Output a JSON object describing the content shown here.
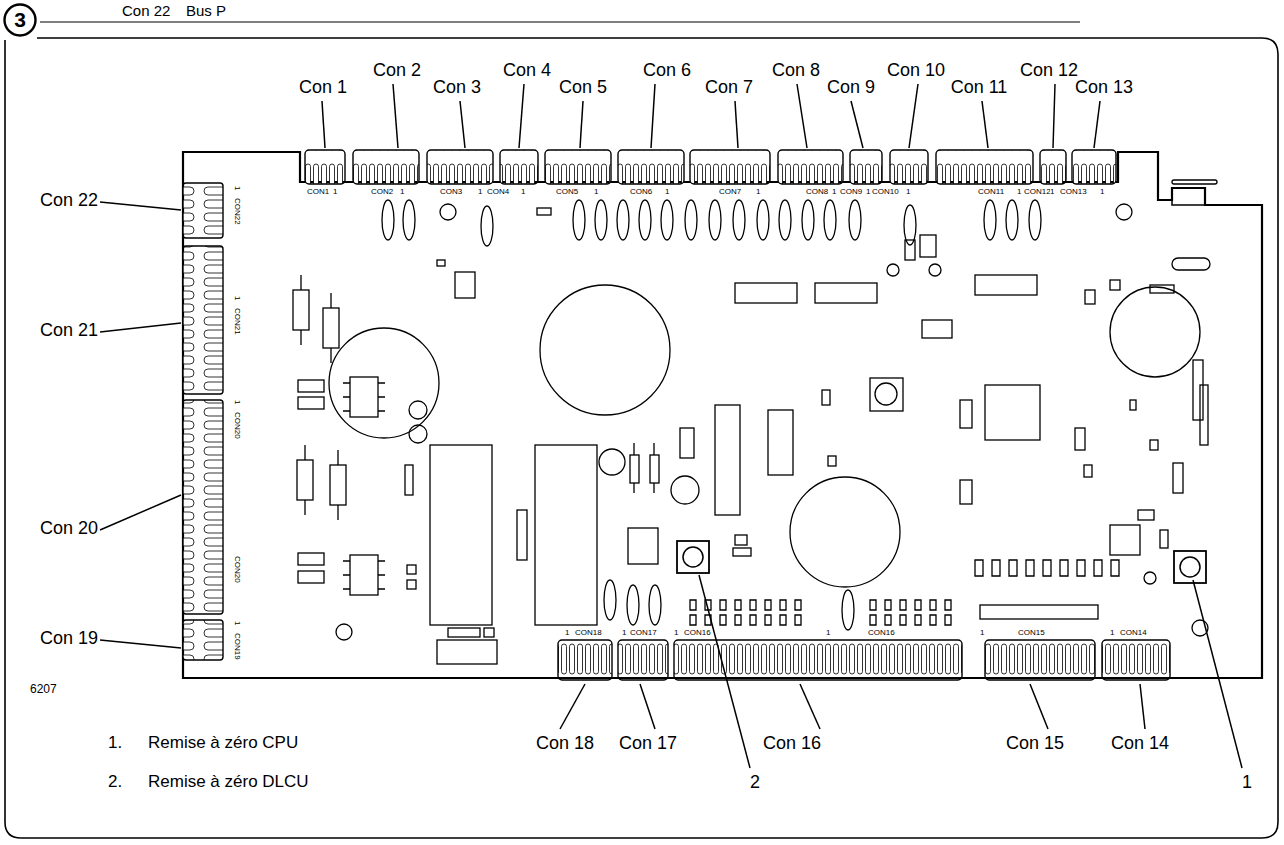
{
  "diagram": {
    "nodes": [
      {
        "text": [
          "3"
        ]
      }
    ],
    "labels": [
      "Con 22",
      "Bus P",
      "Con 1",
      "Con 2",
      "Con 3",
      "Con 4",
      "Con 5",
      "Con 6",
      "Con 7",
      "Con 8",
      "Con 9",
      "Con 10",
      "Con 11",
      "Con 12",
      "Con 13",
      "CON1",
      "1",
      "CON2",
      "1",
      "CON3",
      "1",
      "CON4",
      "1",
      "CON5",
      "1",
      "CON6",
      "1",
      "CON7",
      "1",
      "CON8",
      "1",
      "CON9",
      "1",
      "CON10",
      "1",
      "CON11",
      "1",
      "CON12",
      "1",
      "CON13",
      "1",
      "Con 22",
      "Con 21",
      "Con 20",
      "Con 19",
      "1",
      "CON22",
      "1",
      "CON21",
      "1",
      "CON20",
      "CON20",
      "1",
      "CON19",
      "6207",
      "1",
      "CON18",
      "1",
      "CON17",
      "1",
      "CON16",
      "1",
      "CON16",
      "1",
      "CON15",
      "1",
      "CON14",
      "Con 18",
      "Con 17",
      "Con 16",
      "Con 15",
      "Con 14",
      "2",
      "1",
      "1.",
      "Remise à zéro CPU",
      "2.",
      "Remise à zéro DLCU"
    ]
  }
}
